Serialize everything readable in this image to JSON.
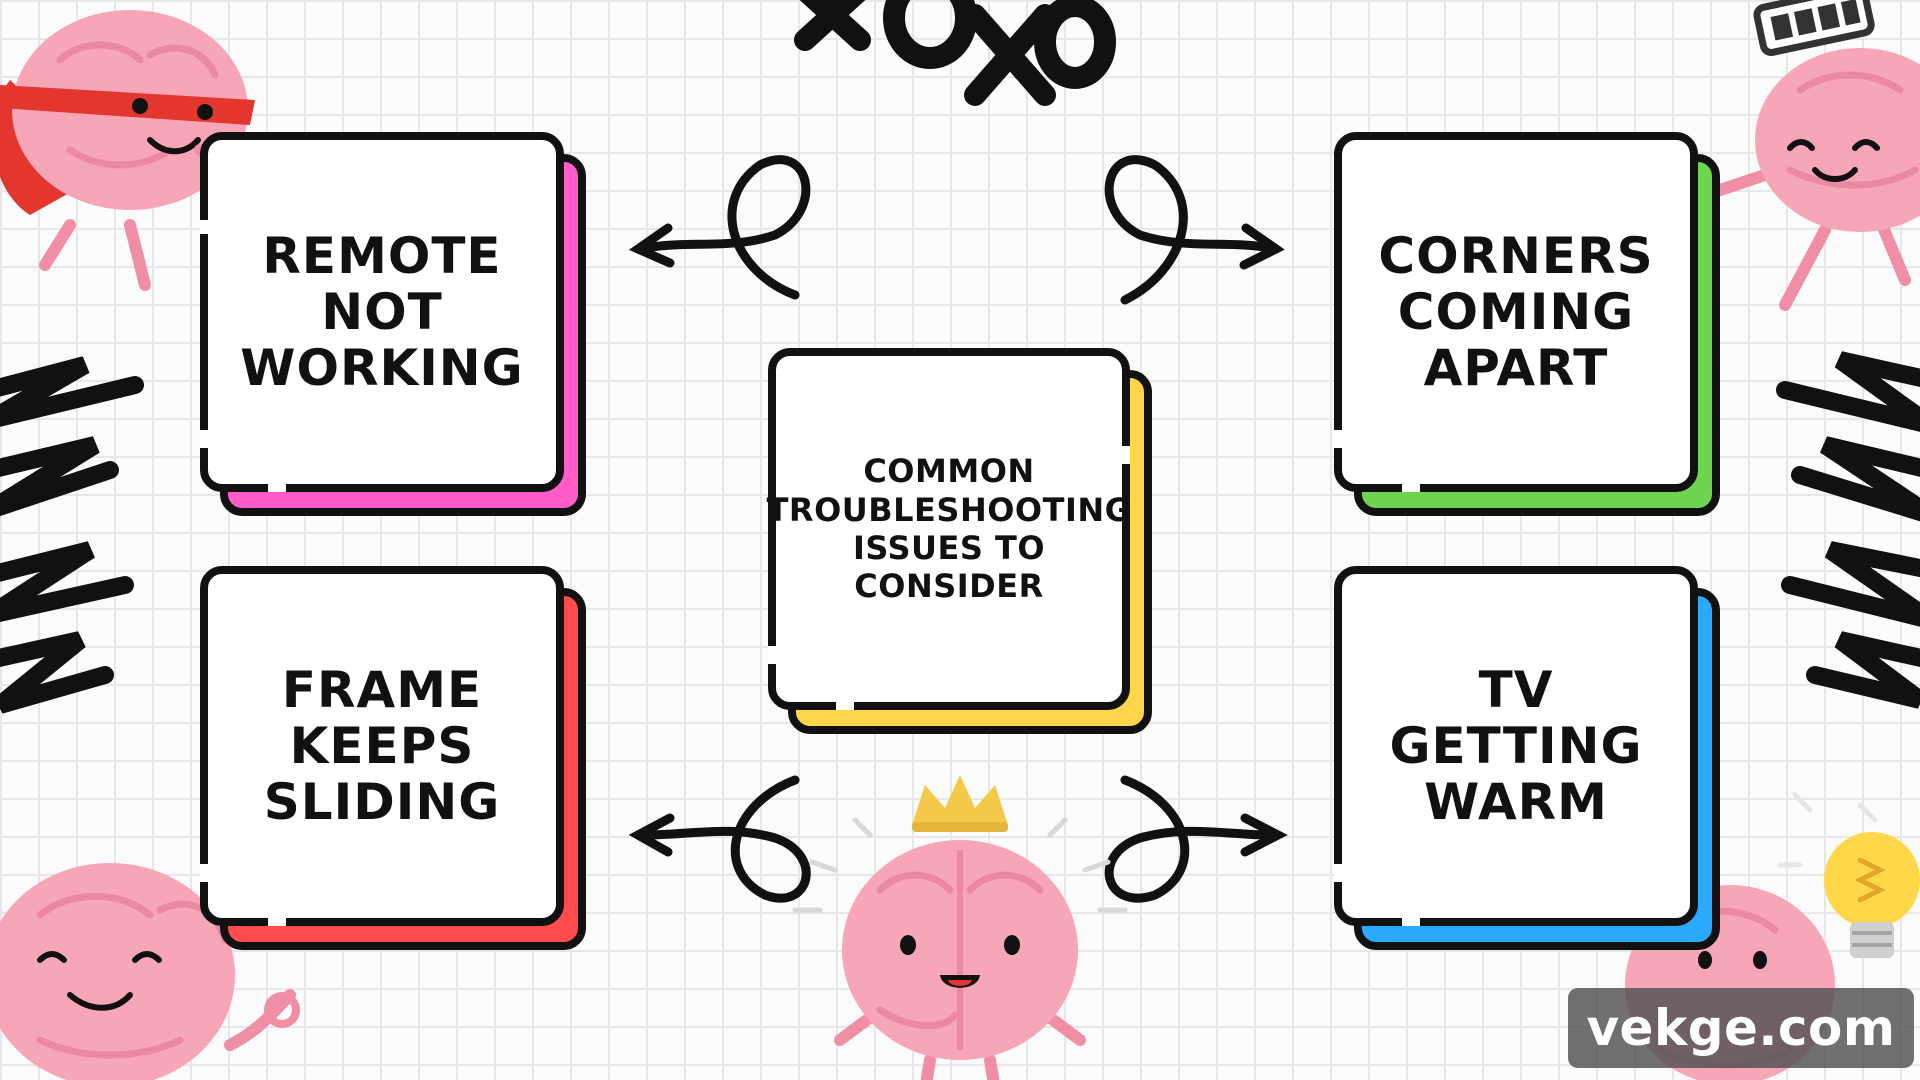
{
  "cards": {
    "top_left": {
      "label": "Remote not working",
      "accent": "#ff5cc8"
    },
    "top_right": {
      "label": "Corners coming apart",
      "accent": "#6fd44f"
    },
    "center": {
      "label": "Common troubleshooting issues to consider",
      "accent": "#ffd54a"
    },
    "bottom_left": {
      "label": "Frame keeps sliding",
      "accent": "#ff4d4d"
    },
    "bottom_right": {
      "label": "TV getting warm",
      "accent": "#2aa9ff"
    }
  },
  "watermark": "vekge.com",
  "colors": {
    "background": "#fbfbfb",
    "grid": "#e7e7e7",
    "ink": "#111111",
    "brain_pink": "#f7a6b8",
    "brain_pink_dark": "#e98aa2",
    "hero_red": "#e2362f",
    "crown_gold": "#f3c94a",
    "bulb_yellow": "#ffd84a"
  },
  "decorations": [
    "xoxo-doodle",
    "battery-icon",
    "brain-mascot",
    "crown-icon",
    "light-bulb-icon",
    "scribble-lines",
    "loop-arrow"
  ]
}
